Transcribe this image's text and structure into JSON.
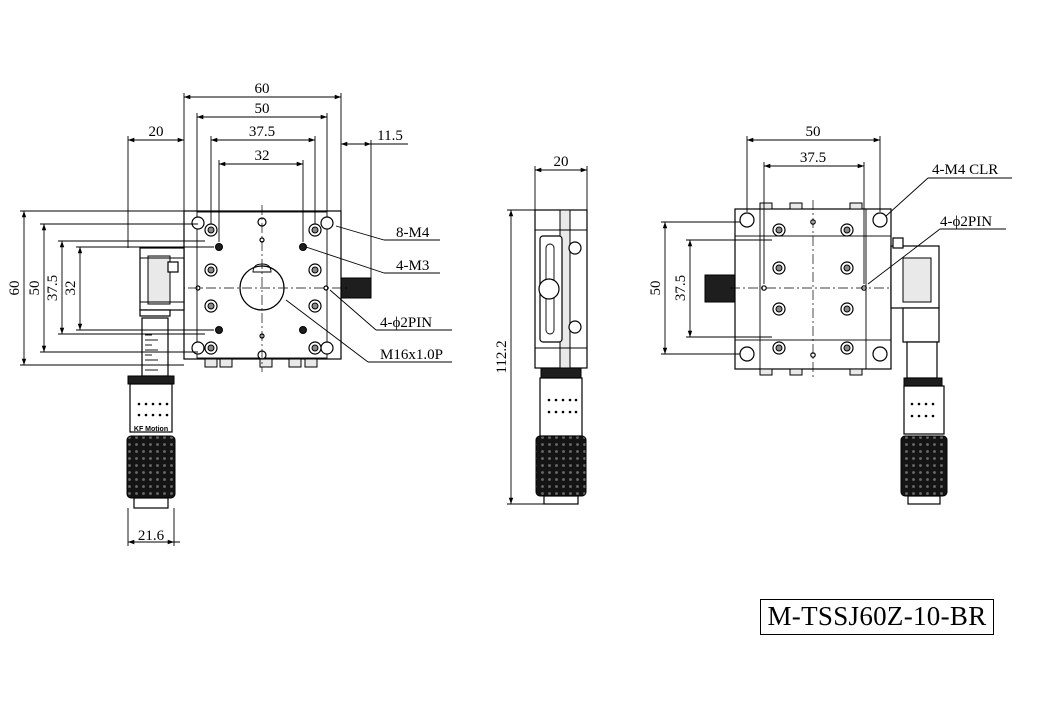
{
  "model_number": "M-TSSJ60Z-10-BR",
  "top_view": {
    "dims": {
      "width_60": "60",
      "width_50": "50",
      "width_37_5": "37.5",
      "width_32": "32",
      "offset_20": "20",
      "offset_11_5": "11.5",
      "height_60": "60",
      "height_50": "50",
      "height_37_5": "37.5",
      "height_32": "32",
      "micrometer_21_6": "21.6"
    },
    "callouts": {
      "m4": "8-M4",
      "m3": "4-M3",
      "pin": "4-ϕ2PIN",
      "thread": "M16x1.0P"
    },
    "micrometer_brand": "KF Motion"
  },
  "side_view": {
    "dims": {
      "width_20": "20",
      "height_112_2": "112.2"
    }
  },
  "bottom_view": {
    "dims": {
      "width_50": "50",
      "width_37_5": "37.5",
      "height_50": "50",
      "height_37_5": "37.5"
    },
    "callouts": {
      "clr": "4-M4 CLR",
      "pin": "4-ϕ2PIN"
    }
  }
}
